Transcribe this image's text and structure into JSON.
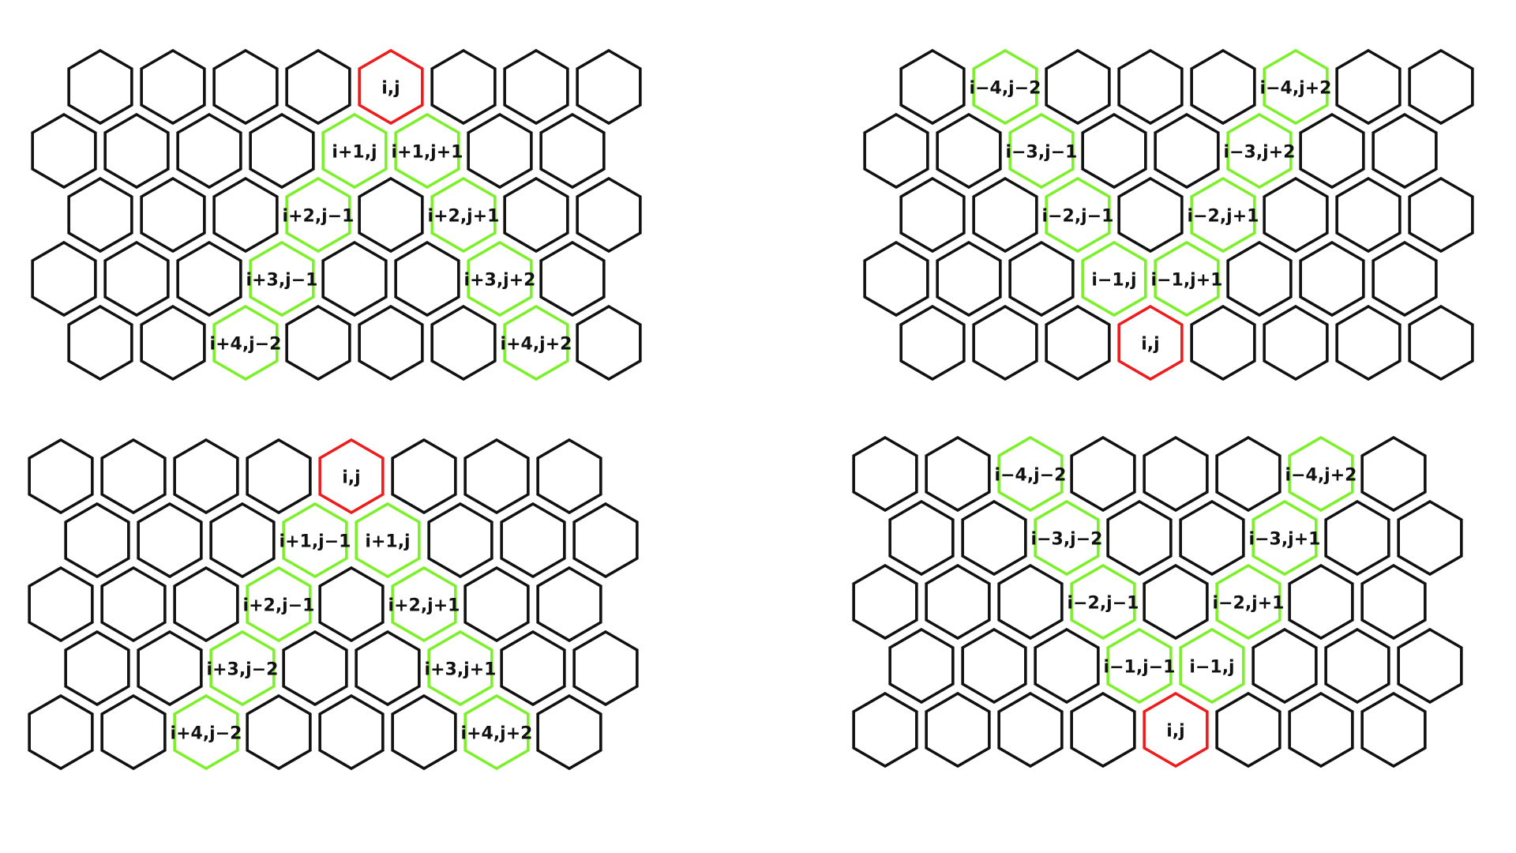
{
  "colors": {
    "grid": "#111111",
    "origin": "#ee1c1c",
    "neighbor": "#7cf029",
    "background": "#ffffff"
  },
  "panels": [
    {
      "id": "top-left",
      "origin": {
        "label": "i,j",
        "cell": [
          0,
          4
        ]
      },
      "neighbors": [
        {
          "label": "i+1,j",
          "cell": [
            1,
            4
          ]
        },
        {
          "label": "i+1,j+1",
          "cell": [
            1,
            5
          ]
        },
        {
          "label": "i+2,j−1",
          "cell": [
            2,
            3
          ]
        },
        {
          "label": "i+2,j+1",
          "cell": [
            2,
            5
          ]
        },
        {
          "label": "i+3,j−1",
          "cell": [
            3,
            3
          ]
        },
        {
          "label": "i+3,j+2",
          "cell": [
            3,
            6
          ]
        },
        {
          "label": "i+4,j−2",
          "cell": [
            4,
            2
          ]
        },
        {
          "label": "i+4,j+2",
          "cell": [
            4,
            6
          ]
        }
      ]
    },
    {
      "id": "top-right",
      "origin": {
        "label": "i,j",
        "cell": [
          4,
          3
        ]
      },
      "neighbors": [
        {
          "label": "i−4,j−2",
          "cell": [
            0,
            1
          ]
        },
        {
          "label": "i−4,j+2",
          "cell": [
            0,
            5
          ]
        },
        {
          "label": "i−3,j−1",
          "cell": [
            1,
            2
          ]
        },
        {
          "label": "i−3,j+2",
          "cell": [
            1,
            5
          ]
        },
        {
          "label": "i−2,j−1",
          "cell": [
            2,
            2
          ]
        },
        {
          "label": "i−2,j+1",
          "cell": [
            2,
            4
          ]
        },
        {
          "label": "i−1,j",
          "cell": [
            3,
            3
          ]
        },
        {
          "label": "i−1,j+1",
          "cell": [
            3,
            4
          ]
        }
      ]
    },
    {
      "id": "bottom-left",
      "origin": {
        "label": "i,j",
        "cell": [
          0,
          4
        ]
      },
      "neighbors": [
        {
          "label": "i+1,j−1",
          "cell": [
            1,
            3
          ]
        },
        {
          "label": "i+1,j",
          "cell": [
            1,
            4
          ]
        },
        {
          "label": "i+2,j−1",
          "cell": [
            2,
            3
          ]
        },
        {
          "label": "i+2,j+1",
          "cell": [
            2,
            5
          ]
        },
        {
          "label": "i+3,j−2",
          "cell": [
            3,
            2
          ]
        },
        {
          "label": "i+3,j+1",
          "cell": [
            3,
            5
          ]
        },
        {
          "label": "i+4,j−2",
          "cell": [
            4,
            2
          ]
        },
        {
          "label": "i+4,j+2",
          "cell": [
            4,
            6
          ]
        }
      ]
    },
    {
      "id": "bottom-right",
      "origin": {
        "label": "i,j",
        "cell": [
          4,
          4
        ]
      },
      "neighbors": [
        {
          "label": "i−4,j−2",
          "cell": [
            0,
            2
          ]
        },
        {
          "label": "i−4,j+2",
          "cell": [
            0,
            6
          ]
        },
        {
          "label": "i−3,j−2",
          "cell": [
            1,
            2
          ]
        },
        {
          "label": "i−3,j+1",
          "cell": [
            1,
            5
          ]
        },
        {
          "label": "i−2,j−1",
          "cell": [
            2,
            3
          ]
        },
        {
          "label": "i−2,j+1",
          "cell": [
            2,
            5
          ]
        },
        {
          "label": "i−1,j−1",
          "cell": [
            3,
            3
          ]
        },
        {
          "label": "i−1,j",
          "cell": [
            3,
            4
          ]
        }
      ]
    }
  ]
}
